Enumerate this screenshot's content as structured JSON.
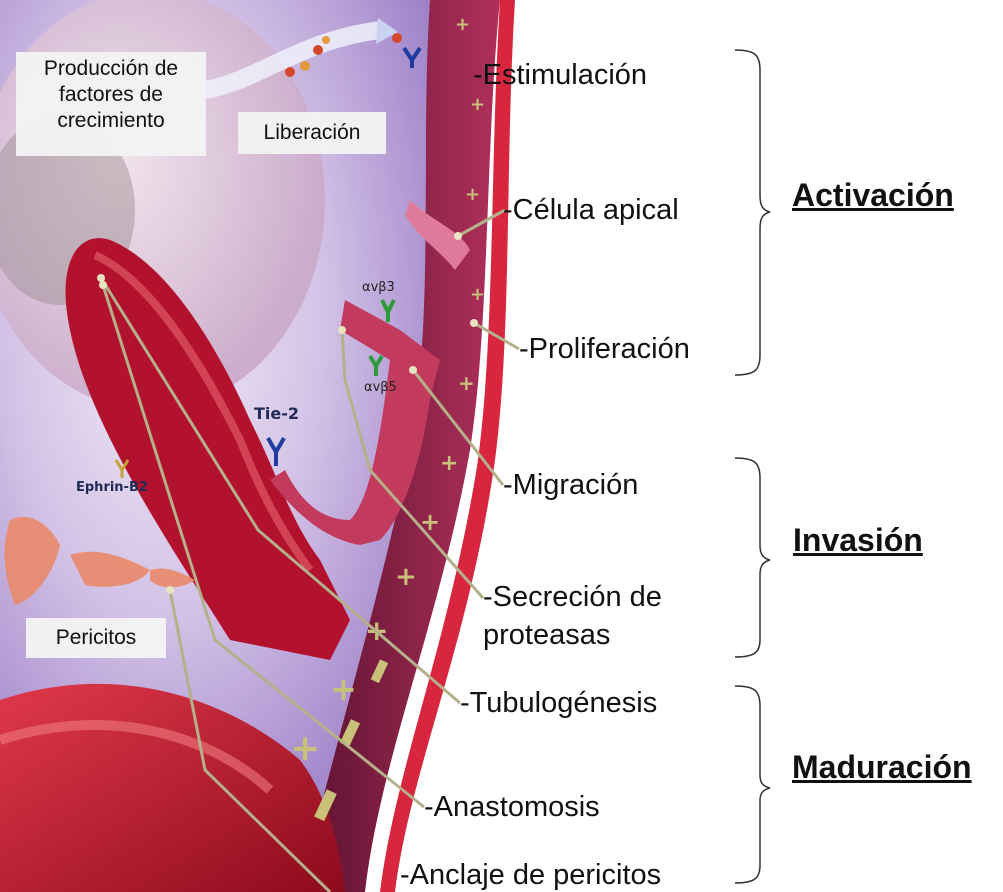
{
  "process_labels": {
    "estimulacion": "-Estimulación",
    "celula_apical": "-Célula apical",
    "proliferacion": "-Proliferación",
    "migracion": "-Migración",
    "secrecion_line1": "-Secreción de",
    "secrecion_line2": "proteasas",
    "tubulogenesis": "-Tubulogénesis",
    "anastomosis": "-Anastomosis",
    "anclaje": "-Anclaje de pericitos"
  },
  "phases": {
    "activacion": "Activación",
    "invasion": "Invasión",
    "maduracion": "Maduración"
  },
  "boxes": {
    "produccion_line1": "Producción de",
    "produccion_line2": "factores de",
    "produccion_line3": "crecimiento",
    "liberacion": "Liberación",
    "pericitos": "Pericitos"
  },
  "molecules": {
    "tie2": "Tie-2",
    "ephrin": "Ephrin-B2",
    "integrin_v3": "αvβ3",
    "integrin_v5": "αvβ5"
  },
  "colors": {
    "vessel_red": "#c8102e",
    "vessel_dark": "#7a0a1e",
    "background_purple": "#b9a3d6",
    "leader_line": "#b5b08a"
  }
}
